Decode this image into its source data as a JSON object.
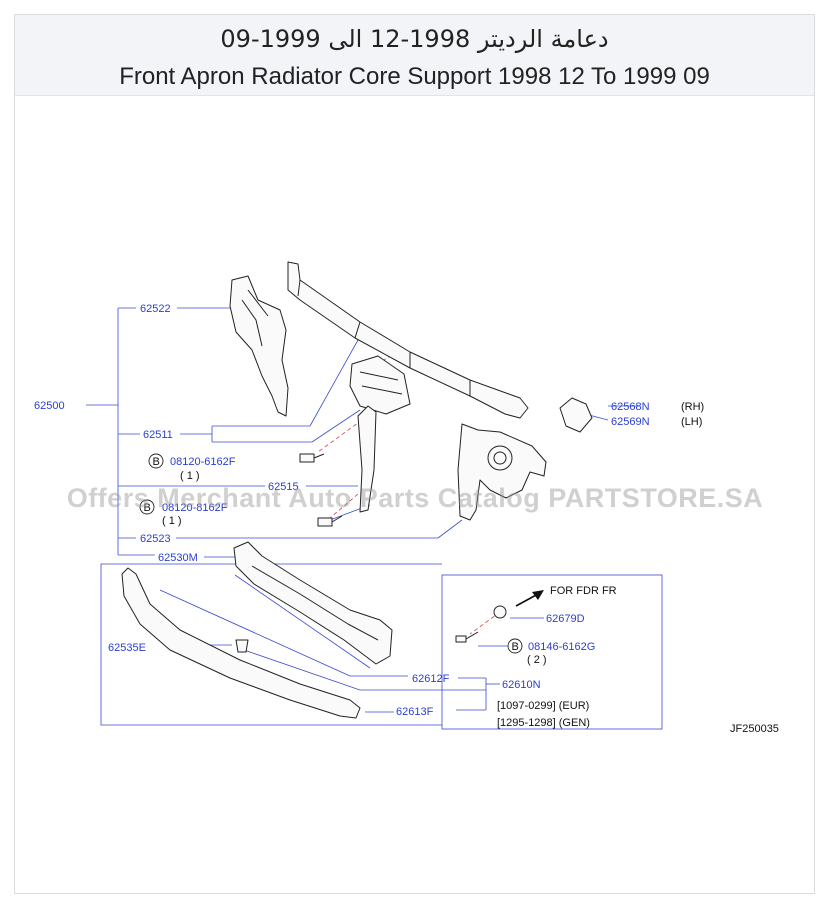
{
  "header": {
    "title_ar": "دعامة الرديتر 1998-12 الى 1999-09",
    "title_en": "Front Apron Radiator Core Support 1998 12 To 1999 09"
  },
  "parts": {
    "p62522": "62522",
    "p62500": "62500",
    "p62511": "62511",
    "p62515": "62515",
    "p62523": "62523",
    "p62530M": "62530M",
    "p62535E": "62535E",
    "p62568N": "62568N",
    "p62569N": "62569N",
    "p62679D": "62679D",
    "p62612F": "62612F",
    "p62610N": "62610N",
    "p62613F": "62613F",
    "b08120_1": "08120-6162F",
    "b08120_2": "08120-8162F",
    "b08146": "08146-6162G"
  },
  "labels": {
    "rh": "(RH)",
    "lh": "(LH)",
    "qty1a": "( 1 )",
    "qty1b": "( 1 )",
    "qty2": "( 2 )",
    "bolt_b": "B",
    "for_fdr": "FOR  FDR  FR",
    "eur": "[1097-0299]  (EUR)",
    "gen": "[1295-1298]  (GEN)",
    "code": "JF250035"
  },
  "watermark": "Offers Merchant Auto Parts Catalog PARTSTORE.SA"
}
